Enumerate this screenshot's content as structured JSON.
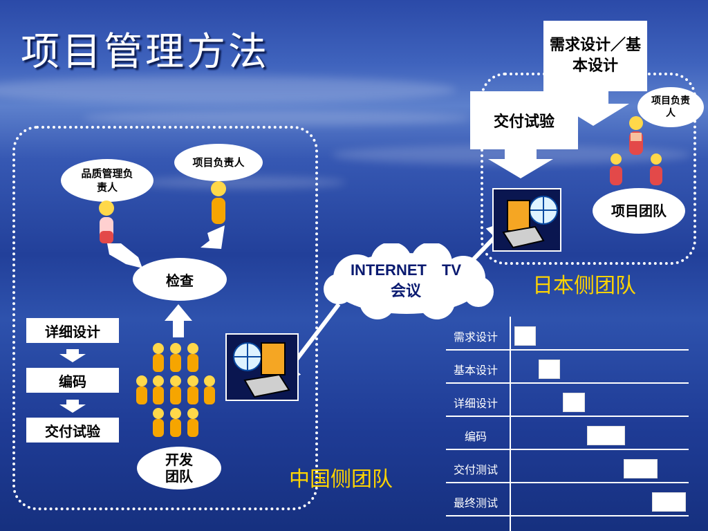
{
  "title": "项目管理方法",
  "china_team": {
    "region_label": "中国侧团队",
    "qa_manager": "品质管理负责人",
    "project_leader": "项目负责人",
    "review": "检查",
    "dev_team": "开发\n团队",
    "steps": [
      "详细设计",
      "编码",
      "交付试验"
    ]
  },
  "japan_team": {
    "region_label": "日本侧团队",
    "requirements_box": "需求设计／基本设计",
    "delivery_box": "交付试验",
    "project_leader": "项目负责人",
    "project_team": "项目团队"
  },
  "internet_cloud": "INTERNET　TV会议",
  "colors": {
    "accent": "#ffd400",
    "background": "#2b4aa8"
  },
  "chart_data": {
    "type": "gantt",
    "categories": [
      "需求设计",
      "基本设计",
      "详细设计",
      "编码",
      "交付测试",
      "最终测试"
    ],
    "bars": [
      {
        "start": 0.0,
        "end": 1.0
      },
      {
        "start": 1.2,
        "end": 2.2
      },
      {
        "start": 2.4,
        "end": 3.4
      },
      {
        "start": 3.6,
        "end": 5.4
      },
      {
        "start": 5.4,
        "end": 7.0
      },
      {
        "start": 6.8,
        "end": 8.4
      }
    ],
    "x_range": [
      0,
      8.4
    ]
  }
}
